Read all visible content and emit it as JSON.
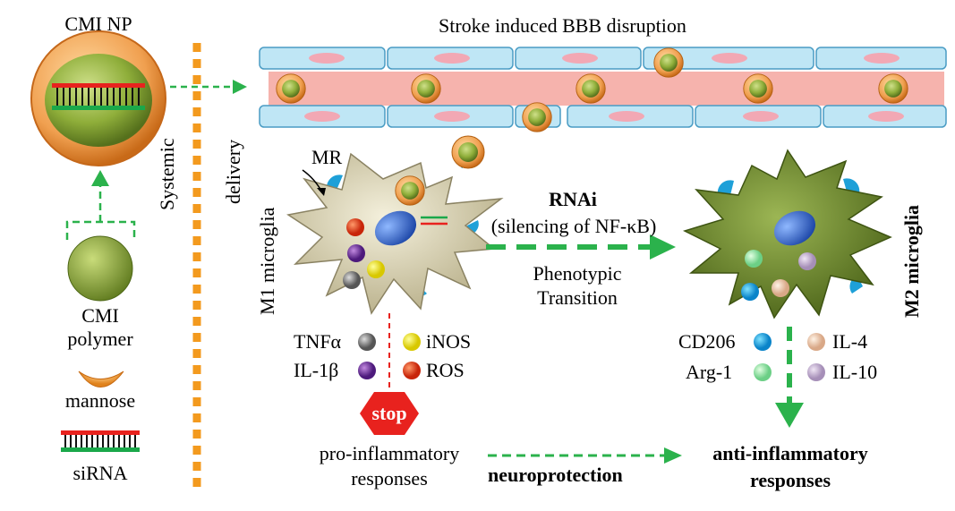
{
  "nanoparticle": {
    "title": "CMI NP"
  },
  "components": {
    "polymer_line1": "CMI",
    "polymer_line2": "polymer",
    "mannose": "mannose",
    "sirna": "siRNA"
  },
  "delivery": {
    "systemic": "Systemic",
    "delivery": "delivery"
  },
  "bbb": {
    "title": "Stroke induced BBB disruption"
  },
  "m1": {
    "label": "M1 microglia",
    "receptor": "MR",
    "markers": {
      "tnfa": "TNFα",
      "inos": "iNOS",
      "il1b": "IL-1β",
      "ros": "ROS"
    },
    "stop": "stop",
    "responses_line1": "pro-inflammatory",
    "responses_line2": "responses"
  },
  "transition": {
    "rnai": "RNAi",
    "silencing": "(silencing of NF-κB)",
    "phenotypic": "Phenotypic",
    "transition": "Transition"
  },
  "m2": {
    "label": "M2 microglia",
    "markers": {
      "cd206": "CD206",
      "il4": "IL-4",
      "arg1": "Arg-1",
      "il10": "IL-10"
    },
    "responses_line1": "anti-inflammatory",
    "responses_line2": "responses"
  },
  "neuroprotection": "neuroprotection",
  "colors": {
    "np_outer": "#f0a050",
    "np_core": "#8fae3a",
    "m1_cell": "#d8d2b4",
    "m2_cell": "#6f8c2c",
    "blood": "#f6b3ad",
    "endothelium": "#bfe6f5",
    "arrow_green": "#2bb24c",
    "delivery_orange": "#f39a1e",
    "stop_red": "#e8221e"
  }
}
